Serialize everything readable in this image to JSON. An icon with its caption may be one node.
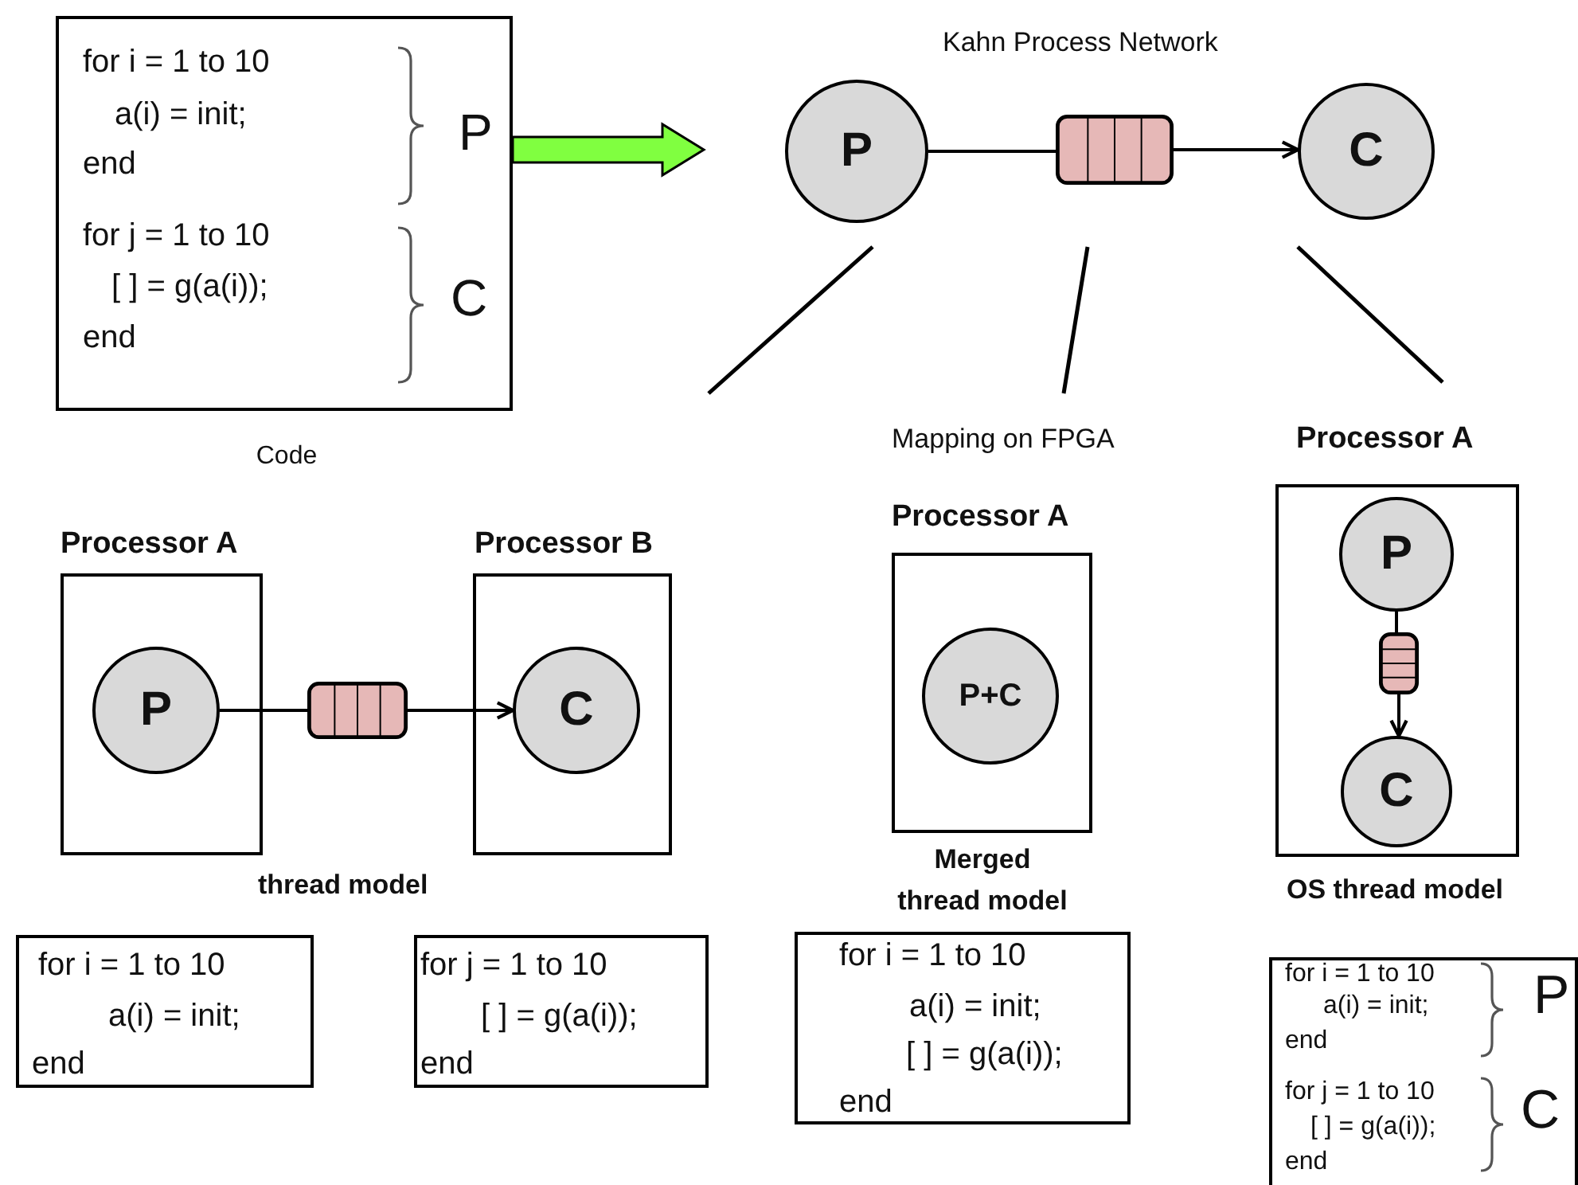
{
  "diagram": {
    "nodes": [
      {
        "text": [
          "for i = 1 to 10",
          "a(i) = init;",
          "end",
          "P",
          "for j = 1 to 10",
          "[ ] = g(a(i));",
          "end",
          "C"
        ],
        "beside": [
          "Code"
        ]
      },
      {
        "text": [
          "P"
        ]
      },
      {
        "text": [],
        "shape": "box"
      },
      {
        "text": [
          "C"
        ]
      },
      {
        "text": [
          "Processor A"
        ]
      },
      {
        "text": [
          "P"
        ],
        "in": 4
      },
      {
        "text": [],
        "shape": "box"
      },
      {
        "text": [
          "Processor B"
        ]
      },
      {
        "text": [
          "C"
        ],
        "in": 7
      },
      {
        "text": [
          "for i = 1 to 10",
          "a(i) = init;",
          "end"
        ]
      },
      {
        "text": [
          "for j = 1 to 10",
          "[ ] = g(a(i));",
          "end"
        ]
      },
      {
        "text": [
          "Processor A"
        ],
        "beside": [
          "Merged thread model"
        ]
      },
      {
        "text": [
          "P+C"
        ],
        "in": 11
      },
      {
        "text": [
          "for i = 1 to 10",
          "a(i) = init;",
          "[ ] = g(a(i));",
          "end"
        ]
      },
      {
        "text": [
          "Processor A"
        ],
        "beside": [
          "OS thread model"
        ]
      },
      {
        "text": [
          "P"
        ],
        "in": 14
      },
      {
        "text": [],
        "shape": "box",
        "in": 14
      },
      {
        "text": [
          "C"
        ],
        "in": 14
      },
      {
        "text": [
          "for i = 1 to 10",
          "a(i) = init;",
          "end",
          "P",
          "for j = 1 to 10",
          "[ ] = g(a(i));",
          "end",
          "C"
        ]
      }
    ],
    "edges": [
      {
        "from": 0,
        "to": null,
        "arrow": "to",
        "style": "thick",
        "color": "#80ff40"
      },
      {
        "from": 1,
        "to": 2,
        "arrow": "none"
      },
      {
        "from": 2,
        "to": 3,
        "arrow": "to"
      },
      {
        "from": 5,
        "to": 6,
        "arrow": "none"
      },
      {
        "from": 6,
        "to": 8,
        "arrow": "to"
      },
      {
        "from": 15,
        "to": 16,
        "arrow": "none"
      },
      {
        "from": 16,
        "to": 17,
        "arrow": "to"
      }
    ],
    "labels": [
      "Kahn Process Network",
      "Mapping on FPGA",
      "thread model"
    ]
  }
}
